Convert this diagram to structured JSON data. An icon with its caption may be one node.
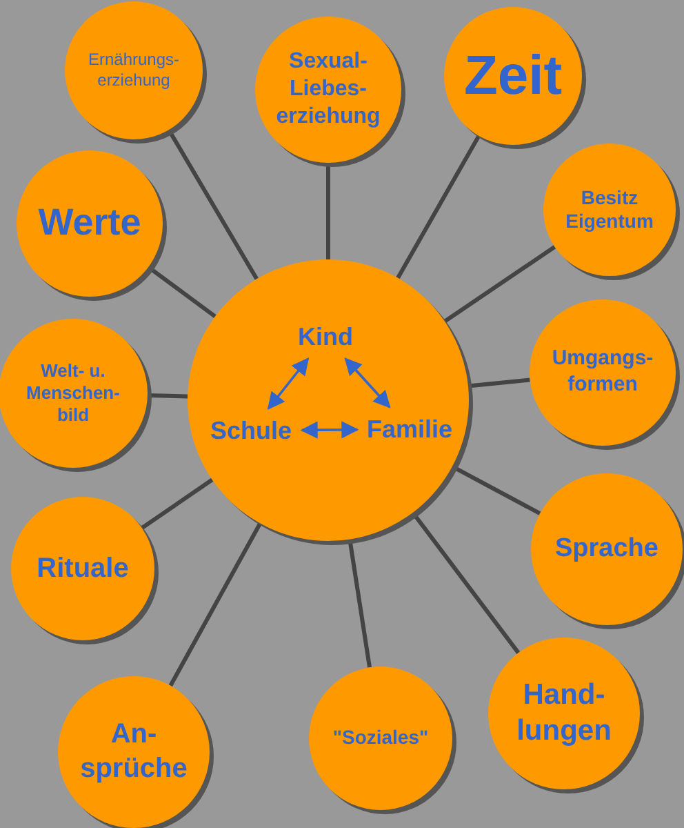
{
  "diagram": {
    "nodes": [
      {
        "text": [],
        "shape": "circle"
      },
      {
        "text": [
          "Kind"
        ],
        "in": 0
      },
      {
        "text": [
          "Schule"
        ],
        "in": 0
      },
      {
        "text": [
          "Familie"
        ],
        "in": 0
      },
      {
        "text": [
          "Ernährungs- erziehung"
        ]
      },
      {
        "text": [
          "Sexual- Liebes- erziehung"
        ]
      },
      {
        "text": [
          "Zeit"
        ]
      },
      {
        "text": [
          "Werte"
        ]
      },
      {
        "text": [
          "Besitz Eigentum"
        ]
      },
      {
        "text": [
          "Welt- u. Menschen- bild"
        ]
      },
      {
        "text": [
          "Umgangs- formen"
        ]
      },
      {
        "text": [
          "Rituale"
        ]
      },
      {
        "text": [
          "Sprache"
        ]
      },
      {
        "text": [
          "An- sprüche"
        ]
      },
      {
        "text": [
          "\"Soziales\""
        ]
      },
      {
        "text": [
          "Hand- lungen"
        ]
      }
    ],
    "edges": [
      {
        "from": 1,
        "to": 2,
        "arrow": "both",
        "color": "#3366cc"
      },
      {
        "from": 1,
        "to": 3,
        "arrow": "both",
        "color": "#3366cc"
      },
      {
        "from": 2,
        "to": 3,
        "arrow": "both",
        "color": "#3366cc"
      },
      {
        "from": 0,
        "to": 4,
        "arrow": "none"
      },
      {
        "from": 0,
        "to": 5,
        "arrow": "none"
      },
      {
        "from": 0,
        "to": 6,
        "arrow": "none"
      },
      {
        "from": 0,
        "to": 7,
        "arrow": "none"
      },
      {
        "from": 0,
        "to": 8,
        "arrow": "none"
      },
      {
        "from": 0,
        "to": 9,
        "arrow": "none"
      },
      {
        "from": 0,
        "to": 10,
        "arrow": "none"
      },
      {
        "from": 0,
        "to": 11,
        "arrow": "none"
      },
      {
        "from": 0,
        "to": 12,
        "arrow": "none"
      },
      {
        "from": 0,
        "to": 13,
        "arrow": "none"
      },
      {
        "from": 0,
        "to": 14,
        "arrow": "none"
      },
      {
        "from": 0,
        "to": 15,
        "arrow": "none"
      }
    ]
  }
}
